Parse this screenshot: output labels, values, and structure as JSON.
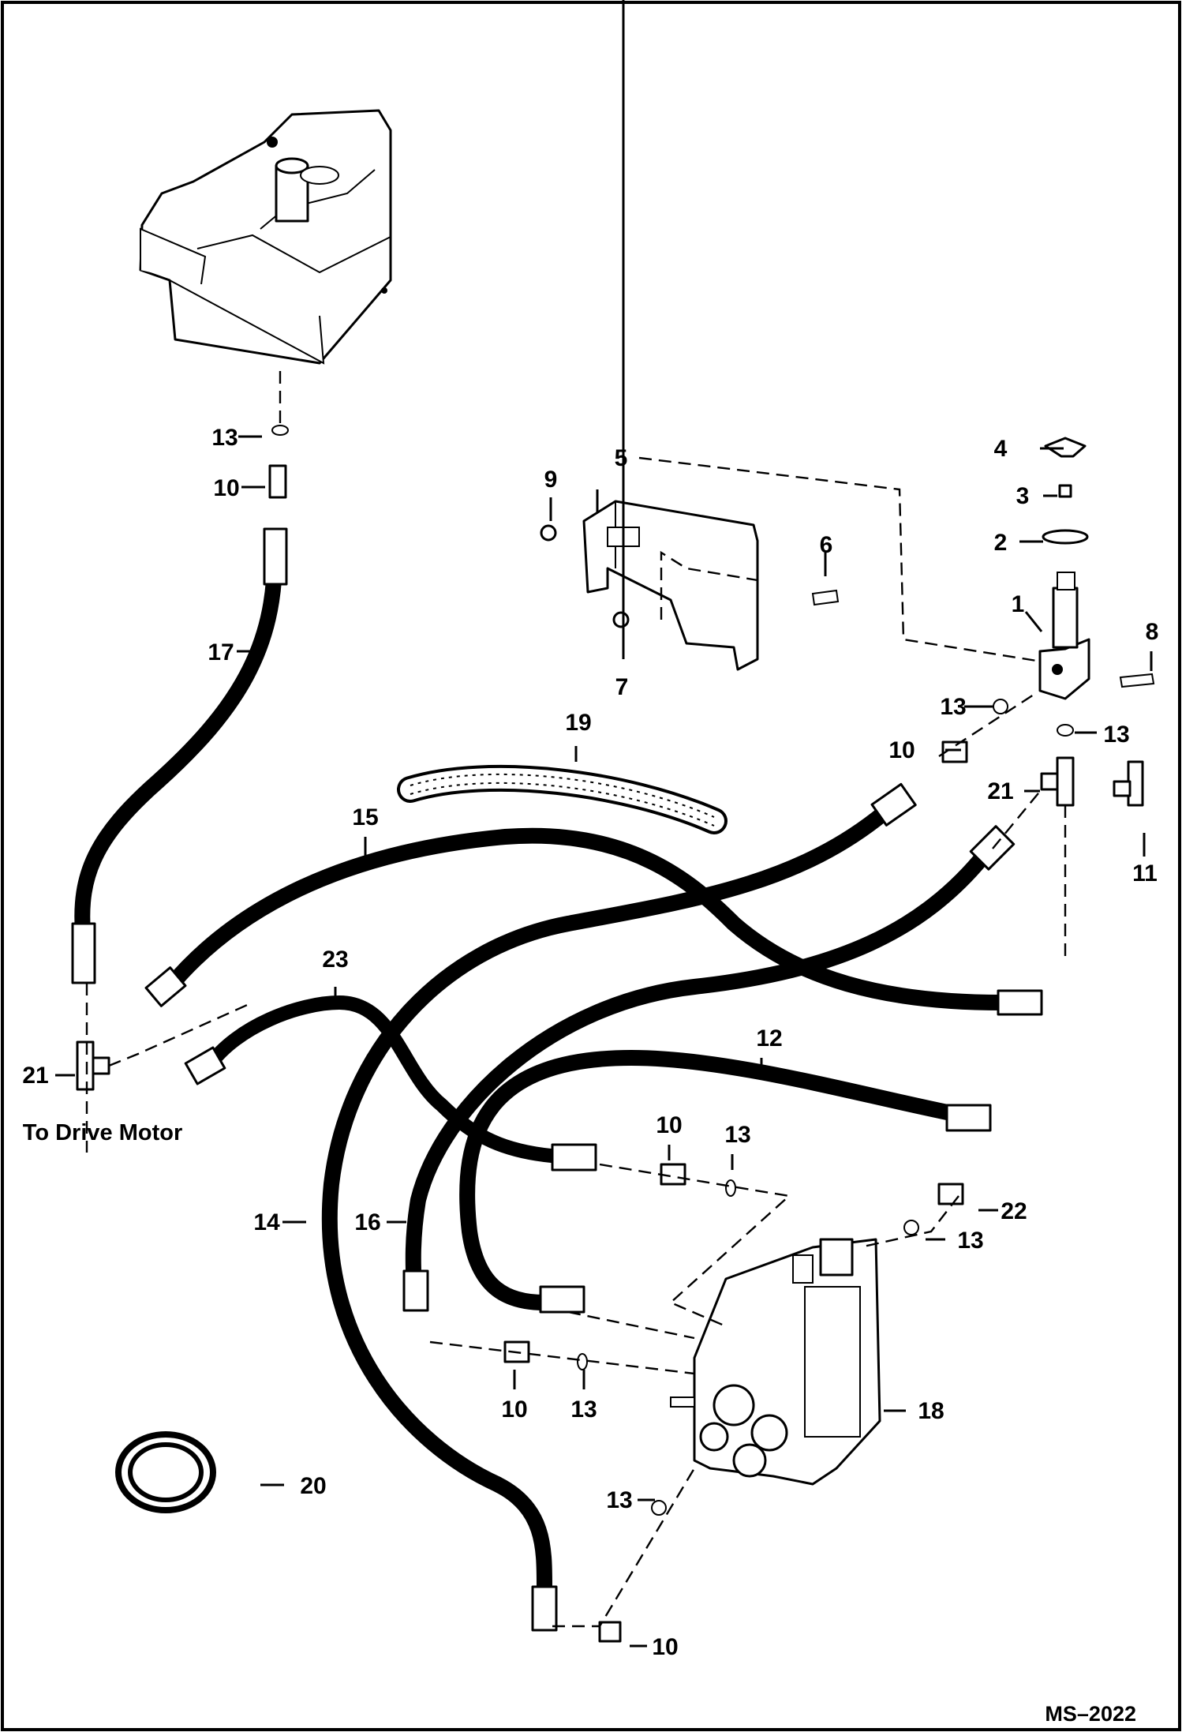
{
  "diagram": {
    "border": true,
    "callouts": [
      {
        "id": "c1",
        "text": "1"
      },
      {
        "id": "c2",
        "text": "2"
      },
      {
        "id": "c3",
        "text": "3"
      },
      {
        "id": "c4",
        "text": "4"
      },
      {
        "id": "c5",
        "text": "5"
      },
      {
        "id": "c6",
        "text": "6"
      },
      {
        "id": "c7",
        "text": "7"
      },
      {
        "id": "c8",
        "text": "8"
      },
      {
        "id": "c9",
        "text": "9"
      },
      {
        "id": "c10a",
        "text": "10"
      },
      {
        "id": "c10b",
        "text": "10"
      },
      {
        "id": "c10c",
        "text": "10"
      },
      {
        "id": "c10d",
        "text": "10"
      },
      {
        "id": "c10e",
        "text": "10"
      },
      {
        "id": "c11",
        "text": "11"
      },
      {
        "id": "c12",
        "text": "12"
      },
      {
        "id": "c13a",
        "text": "13"
      },
      {
        "id": "c13b",
        "text": "13"
      },
      {
        "id": "c13c",
        "text": "13"
      },
      {
        "id": "c13d",
        "text": "13"
      },
      {
        "id": "c13e",
        "text": "13"
      },
      {
        "id": "c13f",
        "text": "13"
      },
      {
        "id": "c13g",
        "text": "13"
      },
      {
        "id": "c14",
        "text": "14"
      },
      {
        "id": "c15",
        "text": "15"
      },
      {
        "id": "c16",
        "text": "16"
      },
      {
        "id": "c17",
        "text": "17"
      },
      {
        "id": "c18",
        "text": "18"
      },
      {
        "id": "c19",
        "text": "19"
      },
      {
        "id": "c20",
        "text": "20"
      },
      {
        "id": "c21a",
        "text": "21"
      },
      {
        "id": "c21b",
        "text": "21"
      },
      {
        "id": "c22",
        "text": "22"
      },
      {
        "id": "c23",
        "text": "23"
      }
    ],
    "note": "To Drive Motor",
    "figure_id": "MS–2022"
  }
}
